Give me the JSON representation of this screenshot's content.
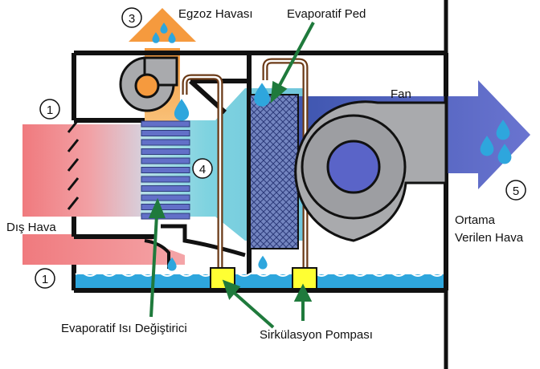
{
  "diagram": {
    "labels": {
      "exhaust_air": "Egzoz Havası",
      "evaporative_pad": "Evaporatif Ped",
      "fan": "Fan",
      "outside_air": "Dış Hava",
      "supply_air": [
        "Ortama",
        "Verilen Hava"
      ],
      "heat_exchanger": "Evaporatif Isı Değiştirici",
      "circulation_pump": "Sirkülasyon Pompası"
    },
    "markers": {
      "m1_top": "1",
      "m1_bottom": "1",
      "m3": "3",
      "m4": "4",
      "m5": "5"
    },
    "colors": {
      "outside_air": "#f07a7e",
      "exchanger_air": "#7fd3e0",
      "supply_air": "#5a64c8",
      "exhaust_air": "#f7a24a",
      "water": "#2ea6dd",
      "pump": "#ffff33",
      "pointer": "#1f7a3c",
      "pipe": "#6b3a17",
      "fan_housing": "#a9aaad",
      "exchanger_plates": "#6270c8",
      "frame": "#111111"
    }
  }
}
